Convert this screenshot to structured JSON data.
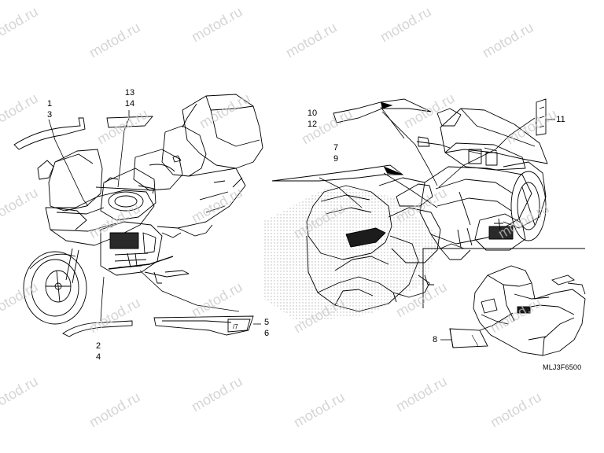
{
  "watermark": "motod.ru",
  "diagram_code": "MLJ3F6500",
  "callouts": [
    {
      "id": "c1",
      "text": "1"
    },
    {
      "id": "c3",
      "text": "3"
    },
    {
      "id": "c13",
      "text": "13"
    },
    {
      "id": "c14",
      "text": "14"
    },
    {
      "id": "c10",
      "text": "10"
    },
    {
      "id": "c12",
      "text": "12"
    },
    {
      "id": "c11",
      "text": "11"
    },
    {
      "id": "c7",
      "text": "7"
    },
    {
      "id": "c9",
      "text": "9"
    },
    {
      "id": "c5",
      "text": "5"
    },
    {
      "id": "c6",
      "text": "6"
    },
    {
      "id": "c2",
      "text": "2"
    },
    {
      "id": "c4",
      "text": "4"
    },
    {
      "id": "c8",
      "text": "8"
    }
  ],
  "colors": {
    "line": "#000000",
    "watermark": "#c8c8c8",
    "stipple": "#bdbdbd"
  }
}
